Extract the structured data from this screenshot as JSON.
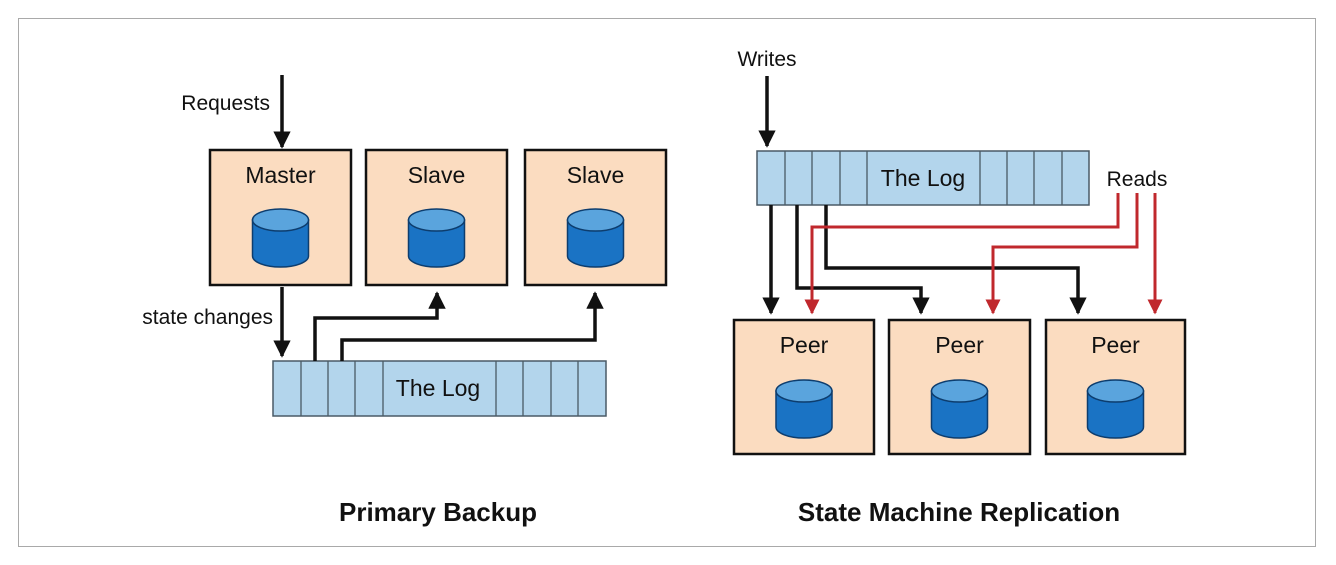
{
  "primary_backup": {
    "caption": "Primary Backup",
    "requests_label": "Requests",
    "state_changes_label": "state changes",
    "master_label": "Master",
    "slave1_label": "Slave",
    "slave2_label": "Slave",
    "log_label": "The Log"
  },
  "state_machine": {
    "caption": "State Machine Replication",
    "writes_label": "Writes",
    "reads_label": "Reads",
    "log_label": "The Log",
    "peers": [
      {
        "label": "Peer"
      },
      {
        "label": "Peer"
      },
      {
        "label": "Peer"
      }
    ]
  },
  "colors": {
    "node_fill": "#fbdcc0",
    "log_fill": "#b3d5ec",
    "db_body": "#1a73c4",
    "db_top": "#5aa4dd",
    "arrow_black": "#111111",
    "arrow_red": "#c0282d"
  }
}
